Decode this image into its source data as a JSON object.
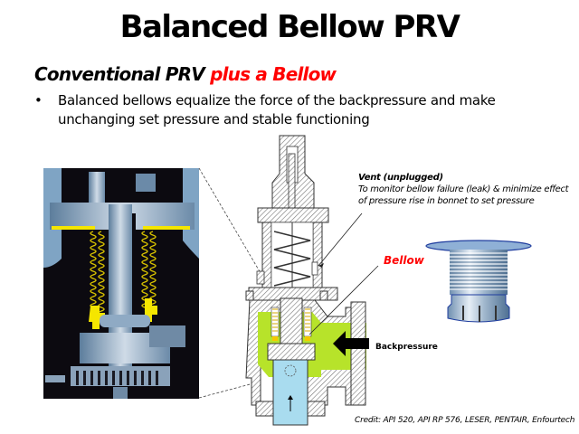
{
  "slide": {
    "title": "Balanced Bellow PRV",
    "subtitle": {
      "part1": "Conventional PRV ",
      "part2": "plus a Bellow",
      "accent_color": "#ff0000"
    },
    "bullets": [
      {
        "marker": "•",
        "text": "Balanced bellows equalize the force of the backpressure and make unchanging set pressure and stable functioning"
      }
    ]
  },
  "diagram": {
    "callouts": {
      "vent": {
        "heading": "Vent (unplugged)",
        "line1": "To  monitor bellow failure (leak) & minimize effect",
        "line2": "of pressure rise in bonnet to set pressure"
      },
      "bellow": "Bellow",
      "backpressure": "Backpressure"
    },
    "images": {
      "left_photo": "bellows-cutaway-photo",
      "center": "prv-cross-section",
      "right_photo": "metal-bellow-photo"
    },
    "colors": {
      "backpressure_zone": "#b7e32a",
      "inlet_flow": "#a9dcef",
      "spring_highlight": "#f5e600"
    }
  },
  "credit": "Credit: API 520, API RP 576, LESER, PENTAIR, Enfourtech"
}
